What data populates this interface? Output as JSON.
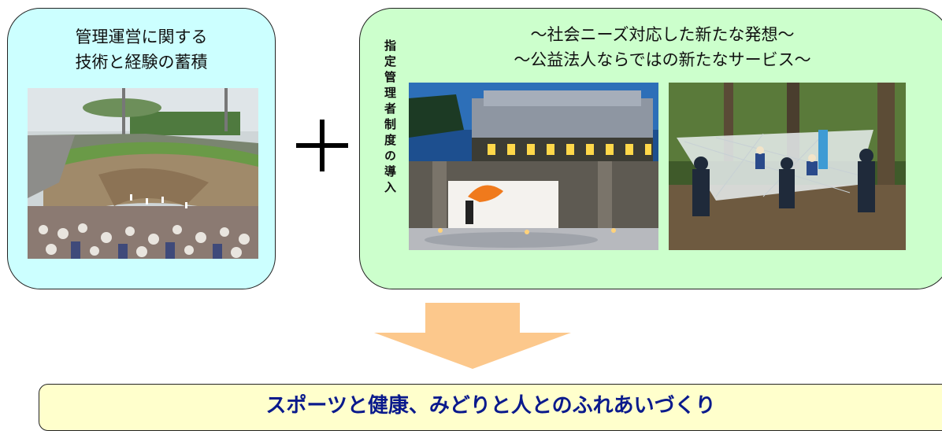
{
  "left_box": {
    "title": "管理運営に関する\n技術と経験の蓄積",
    "photo": "baseball-stadium-photo"
  },
  "plus_symbol": "plus-icon",
  "right_box": {
    "title": "～社会ニーズ対応した新たな発想～\n～公益法人ならではの新たなサービス～",
    "vertical_label": "指定管理者制度の導入",
    "photos": [
      "outdoor-stage-performance-photo",
      "forest-hammock-play-photo"
    ]
  },
  "arrow": "down-arrow-icon",
  "banner": {
    "text": "スポーツと健康、みどりと人とのふれあいづくり"
  },
  "colors": {
    "left_box_bg": "#ccffff",
    "right_box_bg": "#ccffcc",
    "arrow": "#fcc88c",
    "banner_bg": "#ffffcc",
    "banner_text": "#0a1a8c"
  }
}
